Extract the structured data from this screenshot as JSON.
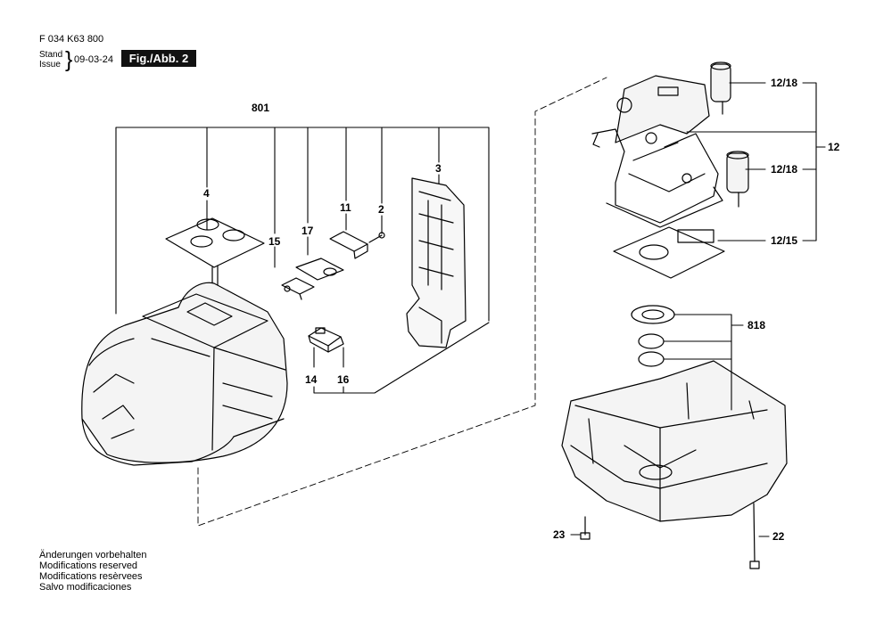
{
  "header": {
    "doc_number": "F 034 K63 800",
    "stand_label": "Stand",
    "issue_label": "Issue",
    "date": "09-03-24",
    "figure_badge": "Fig./Abb. 2"
  },
  "notes": [
    "Änderungen vorbehalten",
    "Modifications reserved",
    "Modifications resèrvees",
    "Salvo modificaciones"
  ],
  "callouts": {
    "p801": "801",
    "p4": "4",
    "p15": "15",
    "p17": "17",
    "p11": "11",
    "p2": "2",
    "p3": "3",
    "p14": "14",
    "p16": "16",
    "p12_18_top": "12/18",
    "p12": "12",
    "p12_18_mid": "12/18",
    "p12_15": "12/15",
    "p818": "818",
    "p23": "23",
    "p22": "22"
  },
  "colors": {
    "ink": "#000000",
    "badge_bg": "#111111",
    "badge_text": "#ffffff",
    "paper": "#ffffff"
  }
}
